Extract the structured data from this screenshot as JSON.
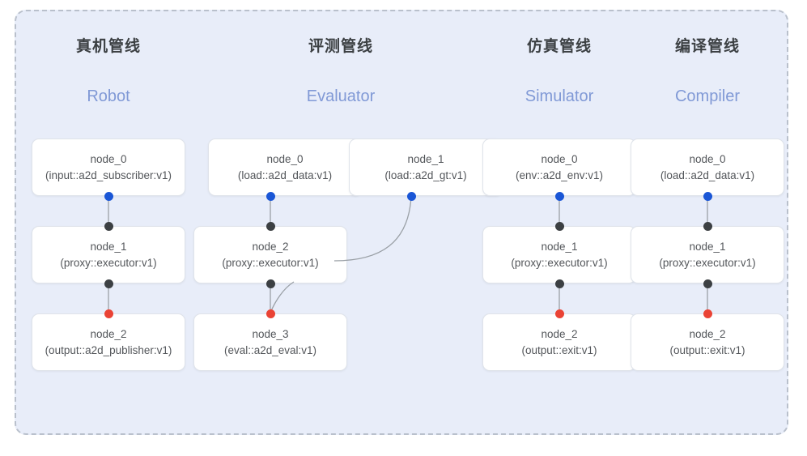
{
  "board": {
    "background_color": "#e8edf9",
    "border_color": "#b9c0cc"
  },
  "palette": {
    "input_port": "#ea4335",
    "output_port": "#1a56d6",
    "mid_port": "#3c4043",
    "heading_cn": "#3c4043",
    "heading_en": "#8099d6",
    "node_text": "#53565a",
    "node_border": "#dfe3ea",
    "edge": "#9aa0a6"
  },
  "columns": [
    {
      "id": "robot",
      "title_cn": "真机管线",
      "title_en": "Robot",
      "nodes": [
        {
          "id": "robot-node-0",
          "name": "node_0",
          "type": "(input::a2d_subscriber:v1)"
        },
        {
          "id": "robot-node-1",
          "name": "node_1",
          "type": "(proxy::executor:v1)"
        },
        {
          "id": "robot-node-2",
          "name": "node_2",
          "type": "(output::a2d_publisher:v1)"
        }
      ]
    },
    {
      "id": "evaluator",
      "title_cn": "评测管线",
      "title_en": "Evaluator",
      "nodes": [
        {
          "id": "eval-node-0",
          "name": "node_0",
          "type": "(load::a2d_data:v1)"
        },
        {
          "id": "eval-node-1",
          "name": "node_1",
          "type": "(load::a2d_gt:v1)"
        },
        {
          "id": "eval-node-2",
          "name": "node_2",
          "type": "(proxy::executor:v1)"
        },
        {
          "id": "eval-node-3",
          "name": "node_3",
          "type": "(eval::a2d_eval:v1)"
        }
      ]
    },
    {
      "id": "simulator",
      "title_cn": "仿真管线",
      "title_en": "Simulator",
      "nodes": [
        {
          "id": "sim-node-0",
          "name": "node_0",
          "type": "(env::a2d_env:v1)"
        },
        {
          "id": "sim-node-1",
          "name": "node_1",
          "type": "(proxy::executor:v1)"
        },
        {
          "id": "sim-node-2",
          "name": "node_2",
          "type": "(output::exit:v1)"
        }
      ]
    },
    {
      "id": "compiler",
      "title_cn": "编译管线",
      "title_en": "Compiler",
      "nodes": [
        {
          "id": "comp-node-0",
          "name": "node_0",
          "type": "(load::a2d_data:v1)"
        },
        {
          "id": "comp-node-1",
          "name": "node_1",
          "type": "(proxy::executor:v1)"
        },
        {
          "id": "comp-node-2",
          "name": "node_2",
          "type": "(output::exit:v1)"
        }
      ]
    }
  ]
}
